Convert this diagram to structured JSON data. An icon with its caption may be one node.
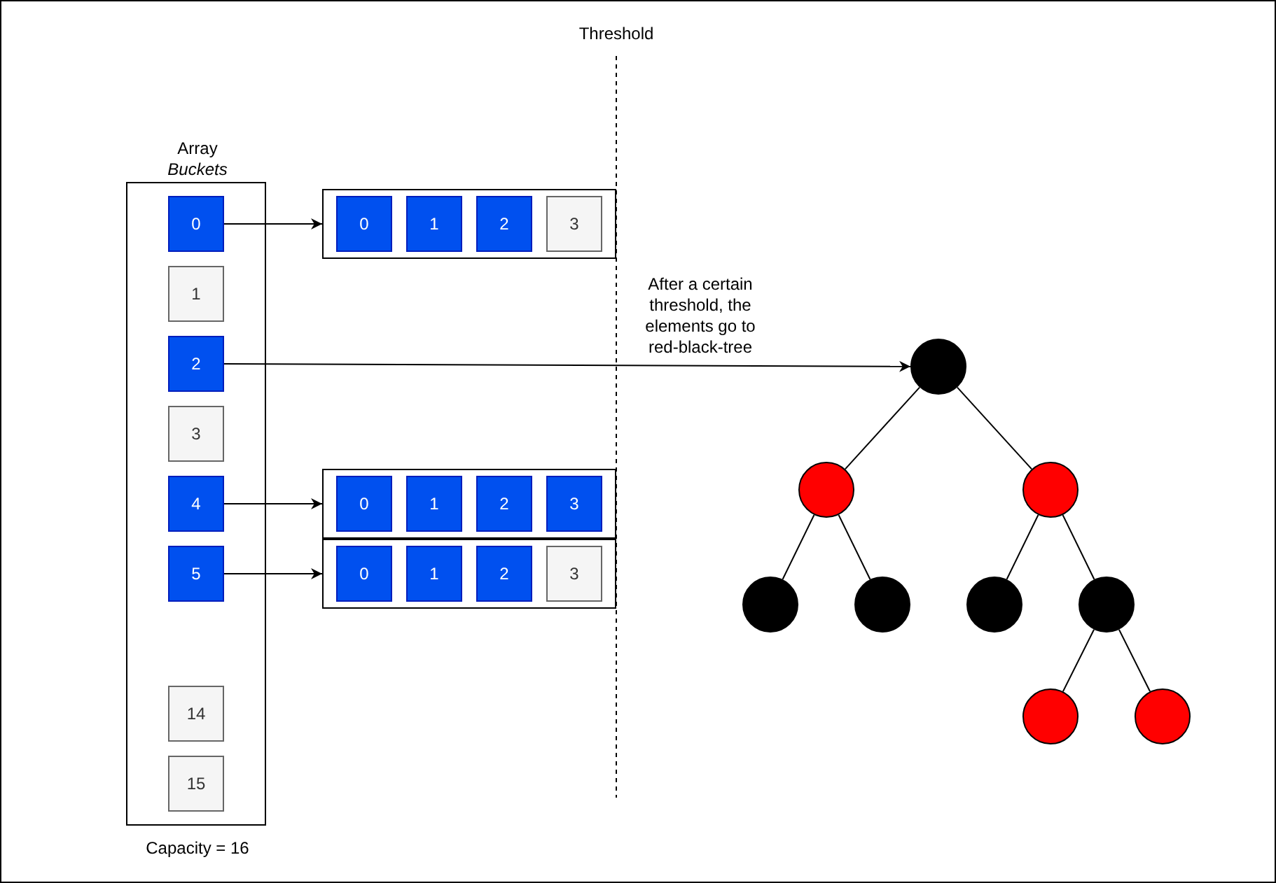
{
  "diagram": {
    "nodes": [
      {
        "text": [
          "Array",
          "Buckets"
        ],
        "beside": [
          "Capacity = 16"
        ]
      },
      {
        "text": [
          "0"
        ],
        "in": 0
      },
      {
        "text": [
          "1"
        ],
        "in": 0
      },
      {
        "text": [
          "2"
        ],
        "in": 0
      },
      {
        "text": [
          "3"
        ],
        "in": 0
      },
      {
        "text": [
          "4"
        ],
        "in": 0
      },
      {
        "text": [
          "5"
        ],
        "in": 0
      },
      {
        "text": [
          "14"
        ],
        "in": 0
      },
      {
        "text": [
          "15"
        ],
        "in": 0
      },
      {
        "text": [],
        "shape": "box"
      },
      {
        "text": [
          "0"
        ],
        "in": 9
      },
      {
        "text": [
          "1"
        ],
        "in": 9
      },
      {
        "text": [
          "2"
        ],
        "in": 9
      },
      {
        "text": [
          "3"
        ],
        "in": 9
      },
      {
        "text": [],
        "shape": "box"
      },
      {
        "text": [
          "0"
        ],
        "in": 14
      },
      {
        "text": [
          "1"
        ],
        "in": 14
      },
      {
        "text": [
          "2"
        ],
        "in": 14
      },
      {
        "text": [
          "3"
        ],
        "in": 14
      },
      {
        "text": [],
        "shape": "box"
      },
      {
        "text": [
          "0"
        ],
        "in": 19
      },
      {
        "text": [
          "1"
        ],
        "in": 19
      },
      {
        "text": [
          "2"
        ],
        "in": 19
      },
      {
        "text": [
          "3"
        ],
        "in": 19
      },
      {
        "text": [],
        "shape": "circle"
      },
      {
        "text": [],
        "shape": "circle"
      },
      {
        "text": [],
        "shape": "circle"
      },
      {
        "text": [],
        "shape": "circle"
      },
      {
        "text": [],
        "shape": "circle"
      },
      {
        "text": [],
        "shape": "circle"
      },
      {
        "text": [],
        "shape": "circle"
      },
      {
        "text": [],
        "shape": "circle"
      },
      {
        "text": [],
        "shape": "circle"
      }
    ],
    "edges": [
      {
        "from": 1,
        "to": 9,
        "arrow": "to"
      },
      {
        "from": 3,
        "to": 24,
        "arrow": "to"
      },
      {
        "from": 5,
        "to": 14,
        "arrow": "to"
      },
      {
        "from": 6,
        "to": 19,
        "arrow": "to"
      },
      {
        "from": 24,
        "to": 25,
        "arrow": "none"
      },
      {
        "from": 24,
        "to": 26,
        "arrow": "none"
      },
      {
        "from": 25,
        "to": 27,
        "arrow": "none"
      },
      {
        "from": 25,
        "to": 28,
        "arrow": "none"
      },
      {
        "from": 26,
        "to": 29,
        "arrow": "none"
      },
      {
        "from": 26,
        "to": 30,
        "arrow": "none"
      },
      {
        "from": 30,
        "to": 31,
        "arrow": "none"
      },
      {
        "from": 30,
        "to": 32,
        "arrow": "none"
      }
    ],
    "labels": [
      "Threshold",
      "After a certain threshold, the elements go to red-black-tree"
    ]
  }
}
